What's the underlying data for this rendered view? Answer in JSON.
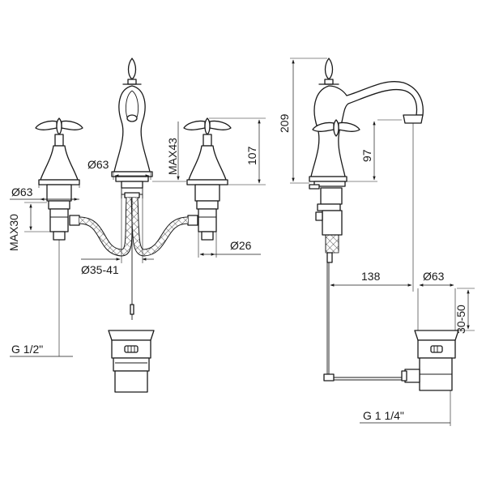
{
  "front_view": {
    "dim_handle_dia": "Ø63",
    "dim_spout_dia": "Ø63",
    "dim_max43": "MAX43",
    "dim_107": "107",
    "dim_max30": "MAX30",
    "dim_26": "Ø26",
    "dim_hole": "Ø35-41",
    "dim_thread": "G 1/2\""
  },
  "side_view": {
    "dim_209": "209",
    "dim_97": "97",
    "dim_138": "138",
    "dim_waste_dia": "Ø63",
    "dim_30_50": "30-50",
    "dim_thread": "G 1 1/4\""
  }
}
